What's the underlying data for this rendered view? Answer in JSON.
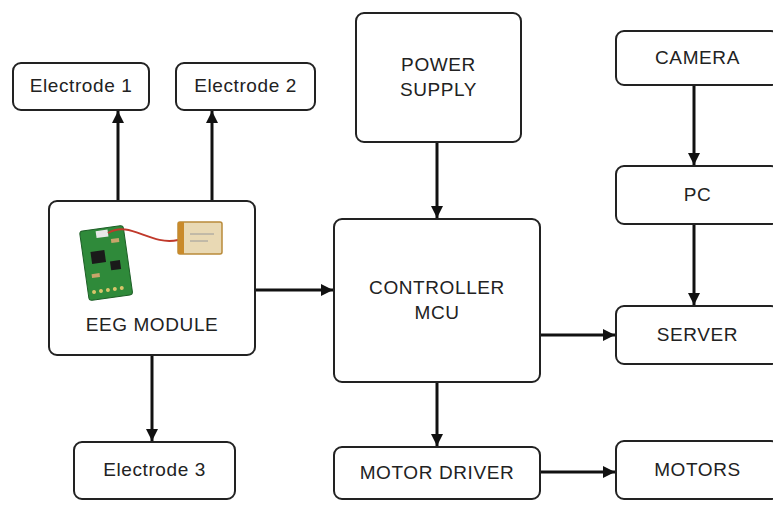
{
  "diagram": {
    "nodes": [
      {
        "text": [
          "Electrode 1"
        ]
      },
      {
        "text": [
          "Electrode 2"
        ]
      },
      {
        "text": [
          "POWER SUPPLY"
        ]
      },
      {
        "text": [
          "CAMERA"
        ]
      },
      {
        "text": [
          "EEG MODULE"
        ]
      },
      {
        "text": [
          "CONTROLLER MCU"
        ]
      },
      {
        "text": [
          "PC"
        ]
      },
      {
        "text": [
          "SERVER"
        ]
      },
      {
        "text": [
          "Electrode 3"
        ]
      },
      {
        "text": [
          "MOTOR DRIVER"
        ]
      },
      {
        "text": [
          "MOTORS"
        ]
      }
    ],
    "edges": [
      {
        "from": 4,
        "to": 0,
        "arrow": "to"
      },
      {
        "from": 4,
        "to": 1,
        "arrow": "to"
      },
      {
        "from": 2,
        "to": 5,
        "arrow": "to"
      },
      {
        "from": 3,
        "to": 6,
        "arrow": "to"
      },
      {
        "from": 4,
        "to": 5,
        "arrow": "to"
      },
      {
        "from": 6,
        "to": 7,
        "arrow": "to"
      },
      {
        "from": 5,
        "to": 7,
        "arrow": "to"
      },
      {
        "from": 4,
        "to": 8,
        "arrow": "to"
      },
      {
        "from": 5,
        "to": 9,
        "arrow": "to"
      },
      {
        "from": 9,
        "to": 10,
        "arrow": "to"
      }
    ]
  }
}
